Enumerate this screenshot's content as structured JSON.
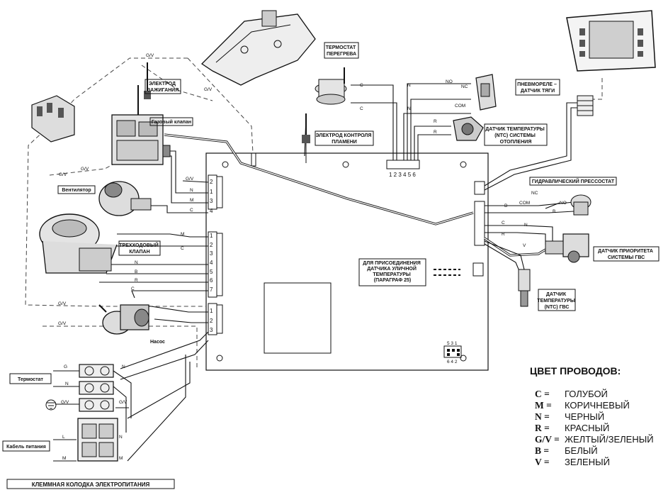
{
  "labels": {
    "thermostat_overheat": [
      "ТЕРМОСТАТ",
      "ПЕРЕГРЕВА"
    ],
    "ignition_electrode": [
      "ЭЛЕКТРОД",
      "ЗАЖИГАНИЯ"
    ],
    "gas_valve": "Газовый клапан",
    "flame_electrode": [
      "ЭЛЕКТРОД КОНТРОЛЯ",
      "ПЛАМЕНИ"
    ],
    "pneumorelay": [
      "ПНЕВМОРЕЛЕ –",
      "ДАТЧИК ТЯГИ"
    ],
    "ntc_heating": [
      "ДАТЧИК  ТЕМПЕРАТУРЫ",
      "(NTC) СИСТЕМЫ",
      "ОТОПЛЕНИЯ"
    ],
    "fan": "Вентилятор",
    "hydro_pressostat": "ГИДРАВЛИЧЕСКИЙ ПРЕССОСТАТ",
    "three_way_valve": [
      "ТРЕХХОДОВЫЙ",
      "КЛАПАН"
    ],
    "outdoor_sensor": [
      "ДЛЯ ПРИСОЕДИНЕНИЯ",
      "ДАТЧИКА УЛИЧНОЙ",
      "ТЕМПЕРАТУРЫ",
      "(ПАРАГРАФ 25)"
    ],
    "dhw_priority": [
      "ДАТЧИК ПРИОРИТЕТА",
      "СИСТЕМЫ ГВС"
    ],
    "ntc_dhw": [
      "ДАТЧИК",
      "ТЕМПЕРАТУРЫ",
      "(NTC) ГВС"
    ],
    "pump": "Насос",
    "room_thermostat": "Термостат",
    "power_cable": "Кабель питания",
    "terminal_block": "КЛЕММНАЯ КОЛОДКА ЭЛЕКТРОПИТАНИЯ"
  },
  "wire_codes": {
    "C": "C",
    "M": "M",
    "N": "N",
    "R": "R",
    "GV": "G/V",
    "B": "B",
    "V": "V",
    "NO": "NO",
    "NC": "NC",
    "COM": "COM",
    "L": "L"
  },
  "connector_pins": {
    "top": "1 2 3 4 5 6",
    "dip_top": "5 3 1",
    "dip_bottom": "6 4 2"
  },
  "legend": {
    "title": "ЦВЕТ ПРОВОДОВ:",
    "items": [
      {
        "key": "C =",
        "value": "ГОЛУБОЙ"
      },
      {
        "key": "M =",
        "value": "КОРИЧНЕВЫЙ"
      },
      {
        "key": "N =",
        "value": "ЧЕРНЫЙ"
      },
      {
        "key": "R =",
        "value": "КРАСНЫЙ"
      },
      {
        "key": "G/V =",
        "value": "ЖЕЛТЫЙ/ЗЕЛЕНЫЙ"
      },
      {
        "key": "B =",
        "value": "БЕЛЫЙ"
      },
      {
        "key": "V =",
        "value": "ЗЕЛЕНЫЙ"
      }
    ]
  }
}
